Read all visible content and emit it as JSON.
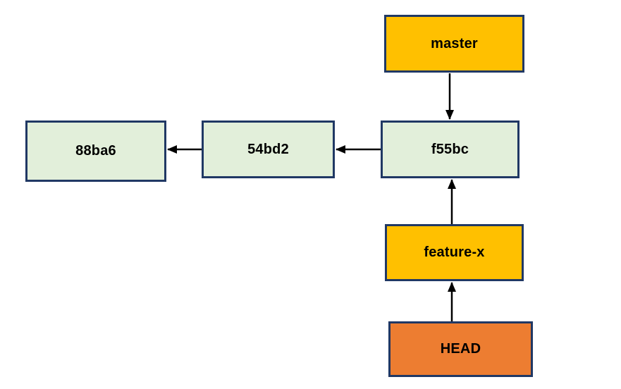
{
  "diagram": {
    "kind": "git-commit-graph",
    "nodes": {
      "master": {
        "label": "master",
        "role": "branch-pointer",
        "fill": "#FFC000"
      },
      "f55bc": {
        "label": "f55bc",
        "role": "commit",
        "fill": "#E2EFDA"
      },
      "c54bd2": {
        "label": "54bd2",
        "role": "commit",
        "fill": "#E2EFDA"
      },
      "c88ba6": {
        "label": "88ba6",
        "role": "commit",
        "fill": "#E2EFDA"
      },
      "feature_x": {
        "label": "feature-x",
        "role": "branch-pointer",
        "fill": "#FFC000"
      },
      "head": {
        "label": "HEAD",
        "role": "head-pointer",
        "fill": "#ED7D31"
      }
    },
    "edges": [
      {
        "from": "master",
        "to": "f55bc",
        "direction": "down"
      },
      {
        "from": "f55bc",
        "to": "54bd2",
        "direction": "left"
      },
      {
        "from": "54bd2",
        "to": "88ba6",
        "direction": "left"
      },
      {
        "from": "feature-x",
        "to": "f55bc",
        "direction": "up"
      },
      {
        "from": "HEAD",
        "to": "feature-x",
        "direction": "up"
      }
    ],
    "colors": {
      "branch_fill": "#FFC000",
      "commit_fill": "#E2EFDA",
      "head_fill": "#ED7D31",
      "border": "#203864",
      "arrow": "#000000",
      "text": "#000000",
      "background": "#FFFFFF"
    }
  }
}
